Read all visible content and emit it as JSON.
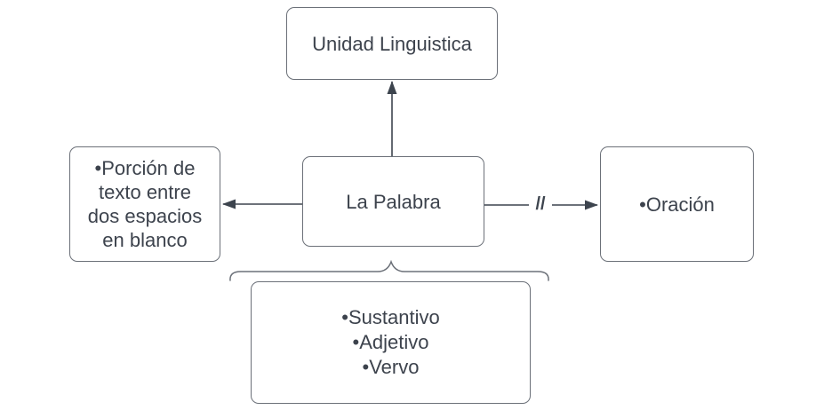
{
  "colors": {
    "background": "#ffffff",
    "node_border": "#6b7078",
    "node_text": "#3d434d",
    "edge": "#3d444e"
  },
  "nodes": {
    "unidad_linguistica": {
      "label": "Unidad Linguistica"
    },
    "la_palabra": {
      "label": "La Palabra"
    },
    "porcion": {
      "label": "•Porción de\ntexto entre\ndos espacios\nen blanco"
    },
    "oracion": {
      "label": "•Oración"
    },
    "categorias": {
      "items": [
        "•Sustantivo",
        "•Adjetivo",
        "•Vervo"
      ]
    }
  },
  "edges": {
    "palabra_to_unidad": {
      "type": "arrow"
    },
    "palabra_to_porcion": {
      "type": "arrow"
    },
    "palabra_to_oracion": {
      "type": "arrow",
      "marker": "//"
    },
    "palabra_to_categorias": {
      "type": "brace"
    }
  }
}
